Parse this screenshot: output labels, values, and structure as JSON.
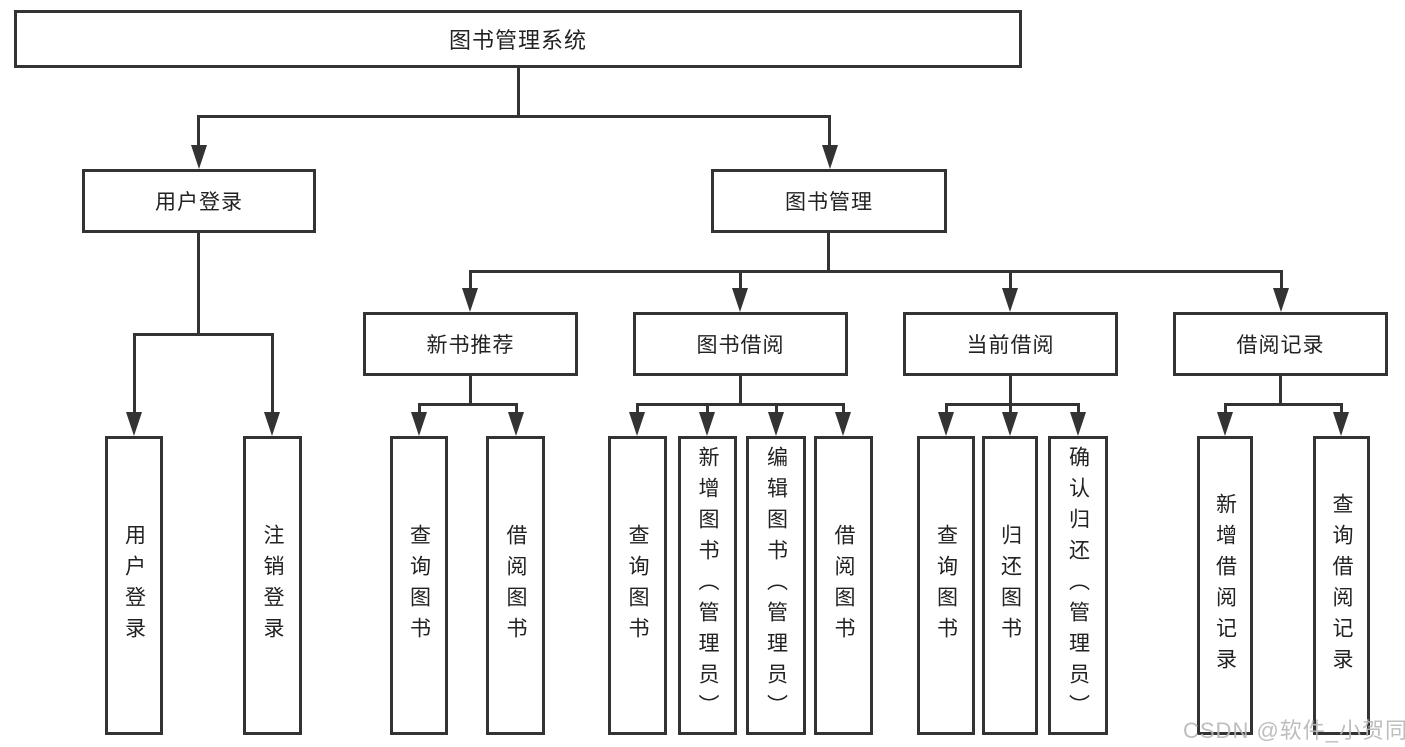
{
  "nodes": {
    "root": "图书管理系统",
    "level2": [
      "用户登录",
      "图书管理"
    ],
    "level3": [
      "新书推荐",
      "图书借阅",
      "当前借阅",
      "借阅记录"
    ],
    "level4": {
      "login": [
        "用户登录",
        "注销登录"
      ],
      "newbook": [
        "查询图书",
        "借阅图书"
      ],
      "borrow": [
        "查询图书",
        "新增图书（管理员）",
        "编辑图书（管理员）",
        "借阅图书"
      ],
      "current": [
        "查询图书",
        "归还图书",
        "确认归还（管理员）"
      ],
      "records": [
        "新增借阅记录",
        "查询借阅记录"
      ]
    }
  },
  "watermark": "CSDN @软件_小贺同学",
  "colors": {
    "line": "#333333",
    "text": "#222222",
    "background": "#ffffff",
    "watermark": "#b9b9b9"
  }
}
